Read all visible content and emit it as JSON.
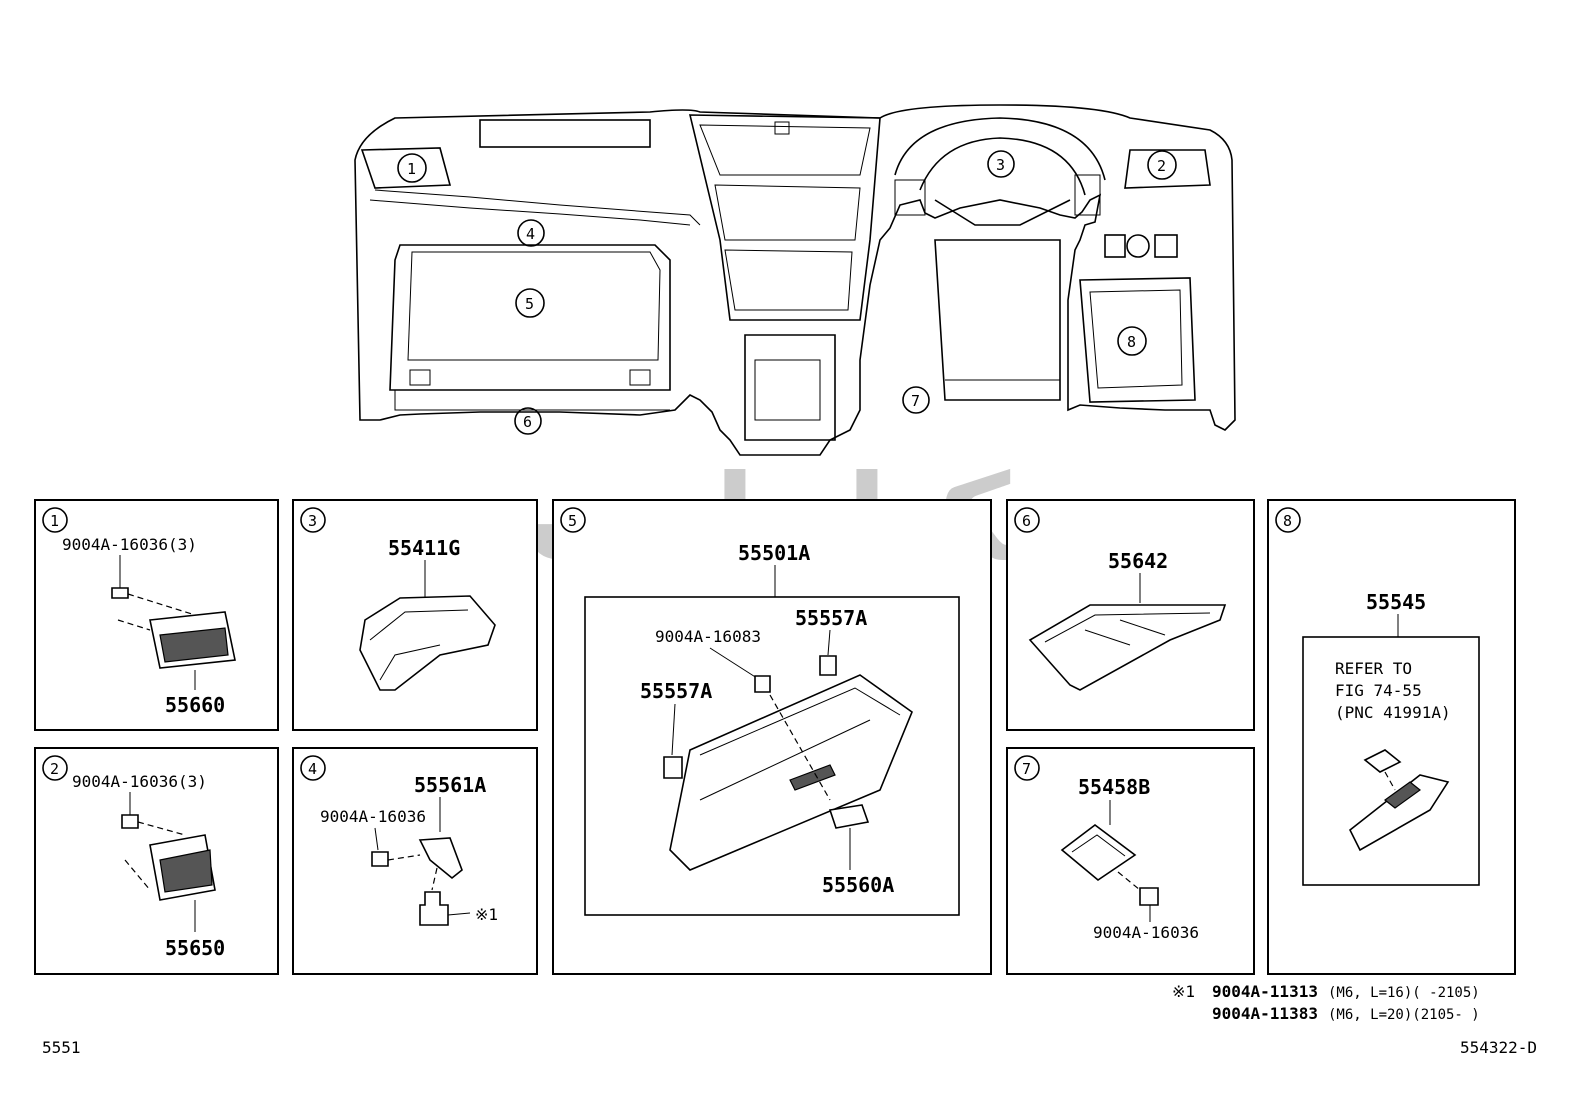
{
  "overview": {
    "callouts": [
      "1",
      "2",
      "3",
      "4",
      "5",
      "6",
      "7",
      "8"
    ]
  },
  "watermark": {
    "text": "یکتا پارت",
    "color": "#bdbdbd"
  },
  "panels": [
    {
      "num": "1",
      "labels": [
        "9004A-16036(3)",
        "55660"
      ]
    },
    {
      "num": "2",
      "labels": [
        "9004A-16036(3)",
        "55650"
      ]
    },
    {
      "num": "3",
      "labels": [
        "55411G"
      ]
    },
    {
      "num": "4",
      "labels": [
        "55561A",
        "9004A-16036",
        "※1"
      ]
    },
    {
      "num": "5",
      "labels": [
        "55501A",
        "9004A-16083",
        "55557A",
        "55557A",
        "55560A"
      ]
    },
    {
      "num": "6",
      "labels": [
        "55642"
      ]
    },
    {
      "num": "7",
      "labels": [
        "55458B",
        "9004A-16036"
      ]
    },
    {
      "num": "8",
      "labels": [
        "55545",
        "REFER TO",
        "FIG 74-55",
        "(PNC 41991A)"
      ]
    }
  ],
  "footnote": {
    "mark": "※1",
    "line1_part": "9004A-11313",
    "line1_spec": "(M6, L=16)(         -2105)",
    "line2_part": "9004A-11383",
    "line2_spec": "(M6, L=20)(2105-         )"
  },
  "footer": {
    "left_code": "5551",
    "right_code": "554322-D"
  }
}
